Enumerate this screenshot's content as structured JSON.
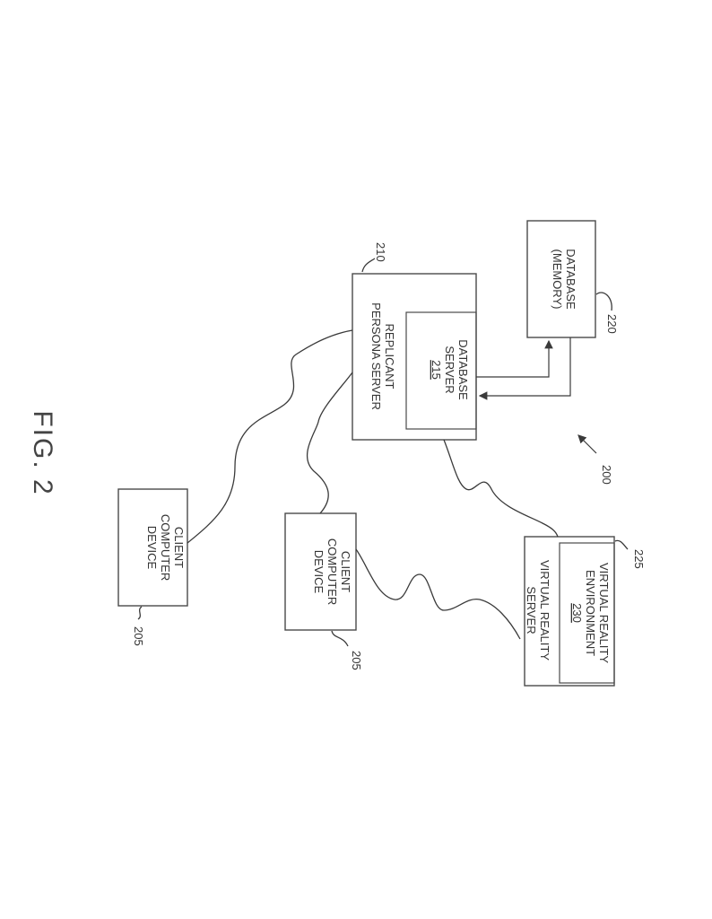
{
  "figure": {
    "label": "FIG. 2",
    "ref_system": "200"
  },
  "nodes": {
    "replicant_server": {
      "lines": [
        "REPLICANT",
        "PERSONA SERVER"
      ],
      "ref": "210"
    },
    "database_server": {
      "lines": [
        "DATABASE",
        "SERVER",
        "215"
      ],
      "ref": ""
    },
    "database_memory": {
      "lines": [
        "DATABASE",
        "(MEMORY)"
      ],
      "ref": "220"
    },
    "vr_server": {
      "lines": [
        "VIRTUAL REALITY",
        "SERVER"
      ],
      "ref": "225"
    },
    "vr_environment": {
      "lines": [
        "VIRTUAL REALITY",
        "ENVIRONMENT",
        "230"
      ],
      "ref": ""
    },
    "client_1": {
      "lines": [
        "CLIENT",
        "COMPUTER",
        "DEVICE"
      ],
      "ref": "205"
    },
    "client_2": {
      "lines": [
        "CLIENT",
        "COMPUTER",
        "DEVICE"
      ],
      "ref": "205"
    }
  }
}
